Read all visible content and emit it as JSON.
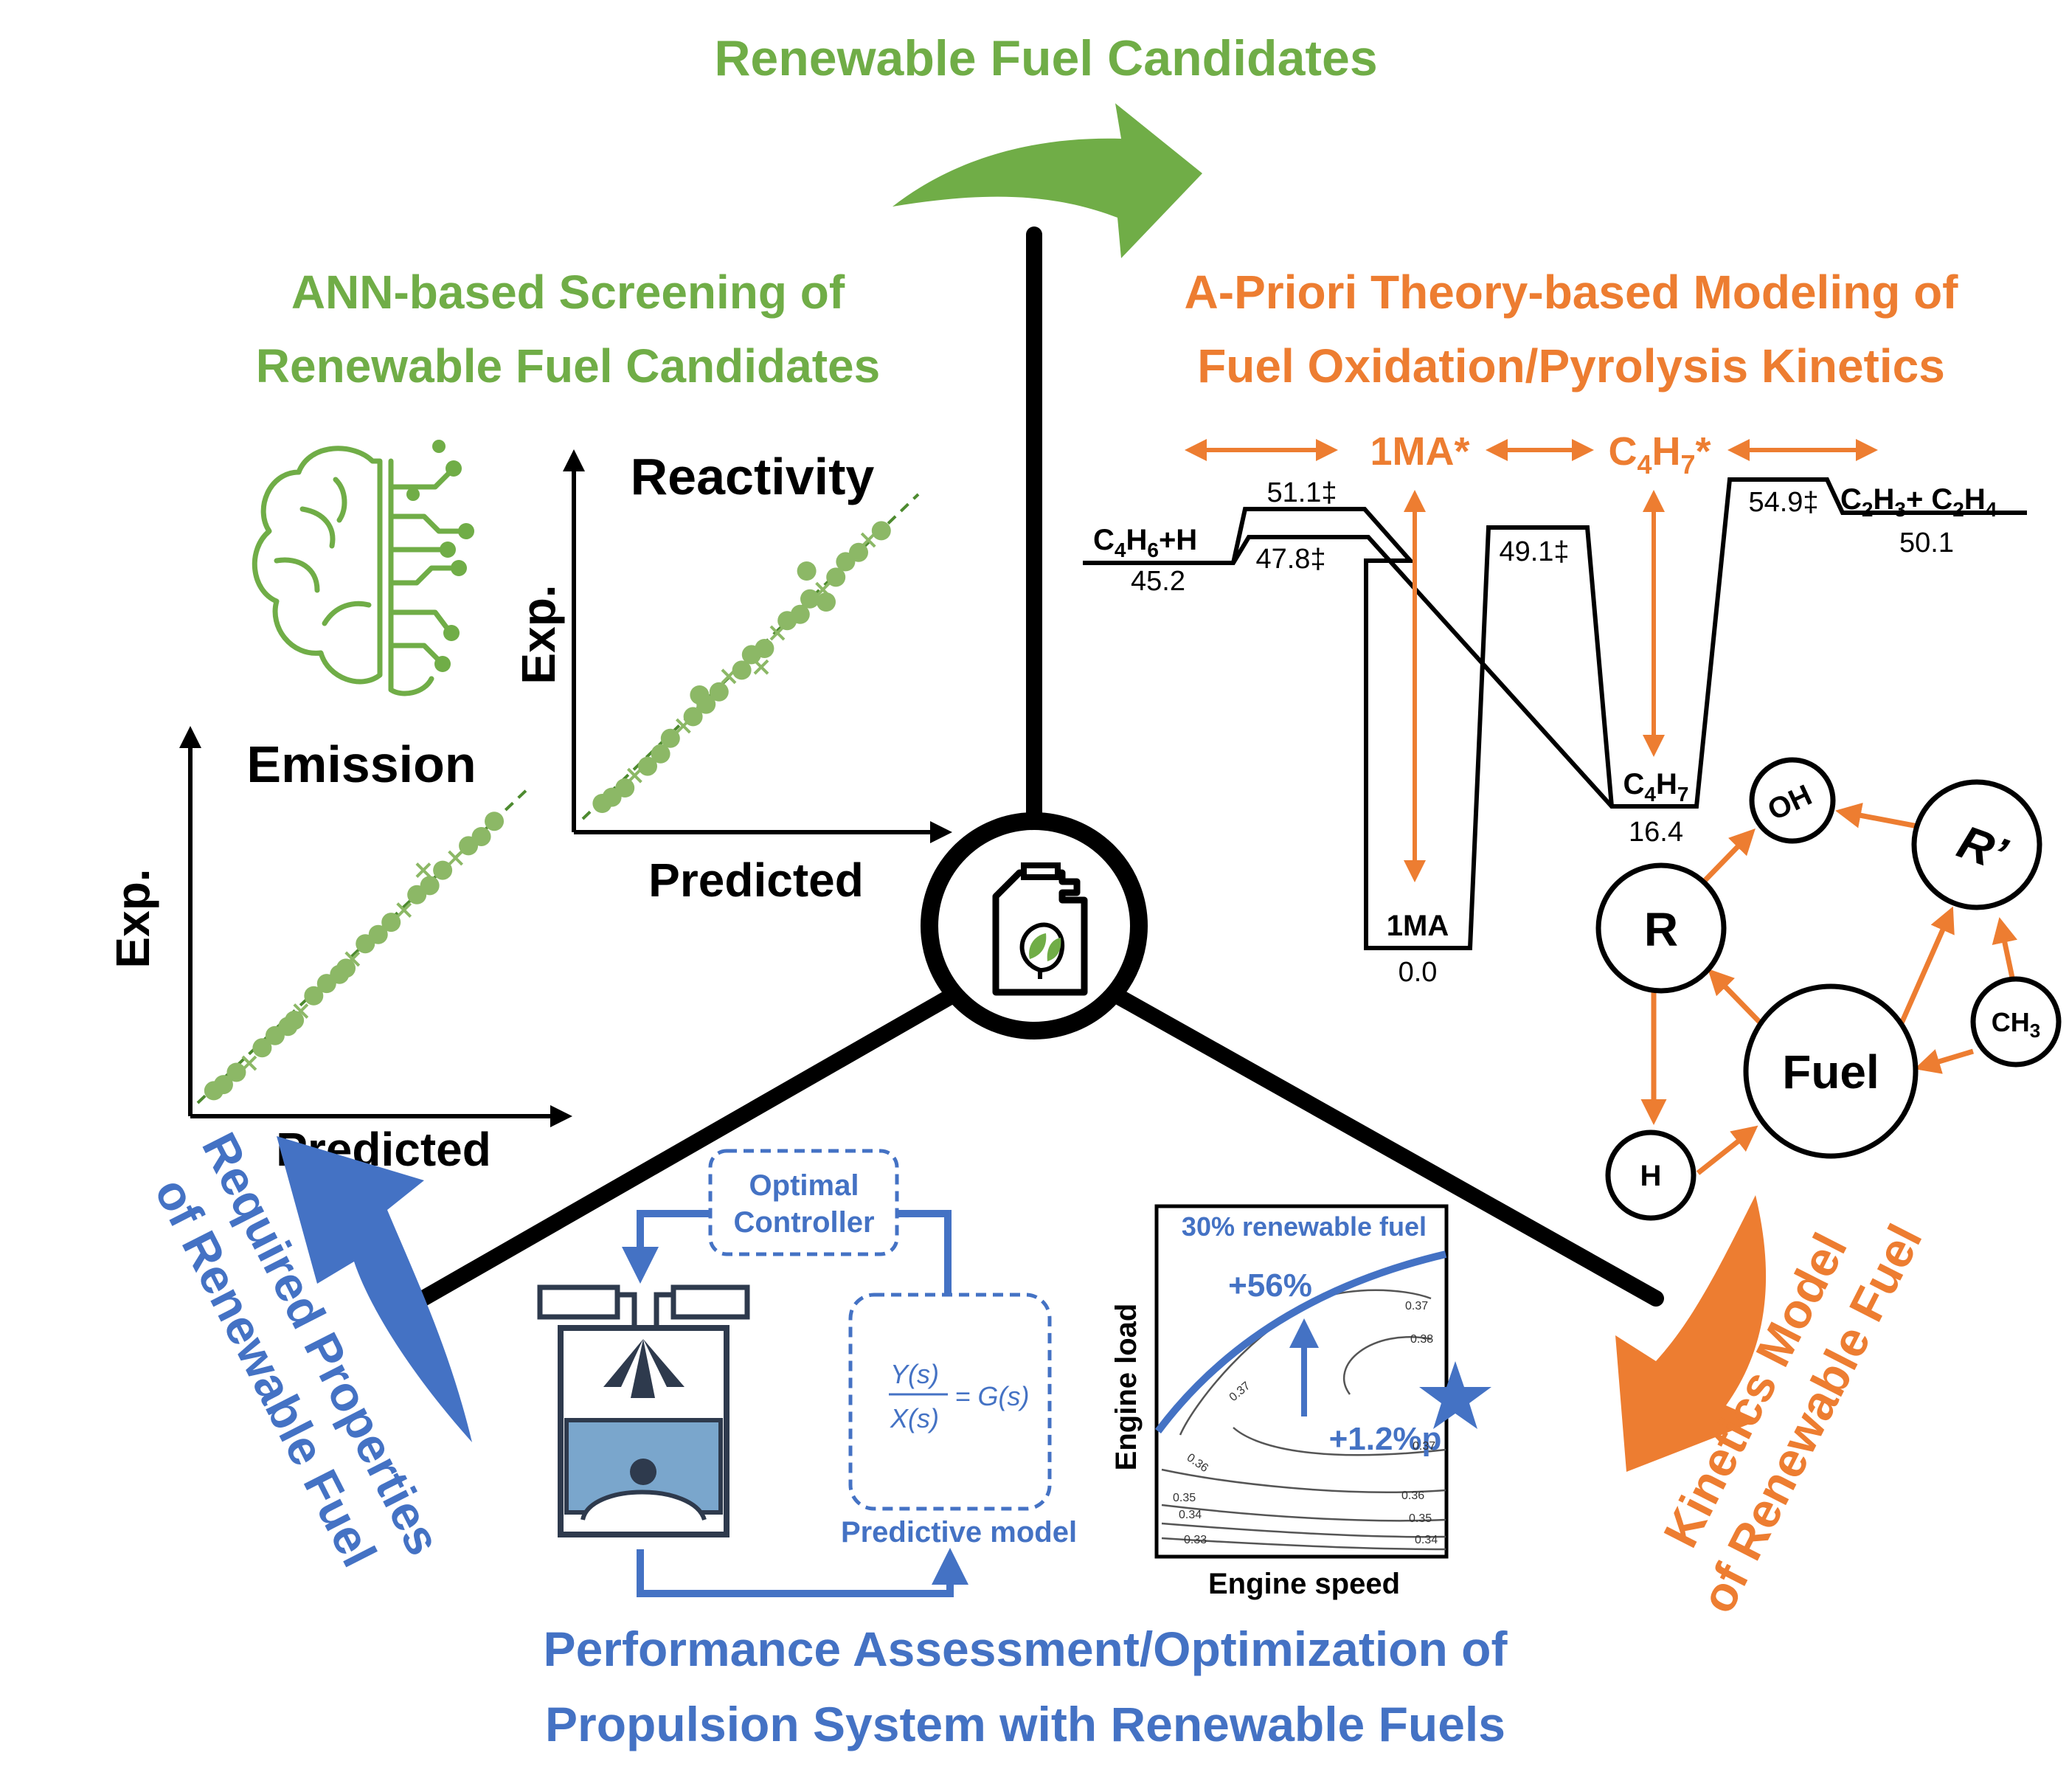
{
  "colors": {
    "green": "#70ad47",
    "orange": "#ed7d31",
    "blue": "#4472c4",
    "black": "#000000",
    "dot_green": "#8cb866",
    "engine_fill": "#7aa6cc",
    "engine_dark": "#2e3a4d"
  },
  "top": {
    "arrow_label": "Renewable Fuel Candidates"
  },
  "ann": {
    "title_line1": "ANN-based Screening of",
    "title_line2": "Renewable Fuel Candidates",
    "icon": "brain-circuit-icon",
    "reactivity_plot": {
      "title": "Reactivity",
      "xlabel": "Predicted",
      "ylabel": "Exp."
    },
    "emission_plot": {
      "title": "Emission",
      "xlabel": "Predicted",
      "ylabel": "Exp."
    }
  },
  "kinetics": {
    "title_line1": "A-Priori Theory-based Modeling of",
    "title_line2": "Fuel Oxidation/Pyrolysis Kinetics",
    "group_1ma": "1MA*",
    "group_c4h7": "C4H7*",
    "species": {
      "reactant": "C4H6+H",
      "reactant_energy": "45.2",
      "ts1_upper": "51.1‡",
      "ts1_lower": "47.8‡",
      "well_1ma": "1MA",
      "well_1ma_energy": "0.0",
      "ts_49": "49.1‡",
      "well_c4h7": "C4H7",
      "well_c4h7_energy": "16.4",
      "ts_54": "54.9‡",
      "product": "C2H3+ C2H4",
      "product_energy": "50.1"
    },
    "network": {
      "nodes": [
        "OH",
        "R’",
        "R",
        "CH3",
        "Fuel",
        "H"
      ]
    },
    "arrow_label_line1": "Kinetics Model",
    "arrow_label_line2": "of Renewable Fuel"
  },
  "propulsion": {
    "title_line1": "Performance Assessment/Optimization of",
    "title_line2": "Propulsion System with Renewable Fuels",
    "controller_line1": "Optimal",
    "controller_line2": "Controller",
    "equation": "Y(s)/X(s) = G(s)",
    "predictive_model": "Predictive model",
    "map": {
      "title": "30% renewable fuel",
      "xlabel": "Engine speed",
      "ylabel": "Engine load",
      "gain_load": "+56%",
      "gain_eff": "+1.2%p",
      "contours": [
        "0.37",
        "0.38",
        "0.37",
        "0.36",
        "0.37",
        "0.35",
        "0.36",
        "0.34",
        "0.35",
        "0.33",
        "0.34"
      ]
    },
    "arrow_label_line1": "Required Properties",
    "arrow_label_line2": "of Renewable Fuel"
  },
  "center": {
    "icon": "fuel-can-leaf-icon"
  },
  "chart_data": [
    {
      "type": "scatter",
      "title": "Reactivity",
      "xlabel": "Predicted",
      "ylabel": "Exp.",
      "series": [
        {
          "values_xy": [
            [
              0.06,
              0.05
            ],
            [
              0.09,
              0.07
            ],
            [
              0.13,
              0.1
            ],
            [
              0.16,
              0.14
            ],
            [
              0.2,
              0.17
            ],
            [
              0.24,
              0.21
            ],
            [
              0.27,
              0.26
            ],
            [
              0.31,
              0.3
            ],
            [
              0.34,
              0.33
            ],
            [
              0.38,
              0.37
            ],
            [
              0.42,
              0.41
            ],
            [
              0.45,
              0.46
            ],
            [
              0.49,
              0.48
            ],
            [
              0.52,
              0.53
            ],
            [
              0.56,
              0.55
            ],
            [
              0.6,
              0.6
            ],
            [
              0.63,
              0.64
            ],
            [
              0.67,
              0.66
            ],
            [
              0.7,
              0.71
            ],
            [
              0.74,
              0.74
            ],
            [
              0.78,
              0.78
            ],
            [
              0.81,
              0.83
            ],
            [
              0.85,
              0.86
            ],
            [
              0.88,
              0.9
            ],
            [
              0.92,
              0.93
            ],
            [
              0.69,
              0.8
            ],
            [
              0.75,
              0.7
            ],
            [
              0.55,
              0.49
            ],
            [
              0.36,
              0.4
            ]
          ]
        }
      ]
    },
    {
      "type": "scatter",
      "title": "Emission",
      "xlabel": "Predicted",
      "ylabel": "Exp.",
      "series": [
        {
          "values_xy": [
            [
              0.05,
              0.04
            ],
            [
              0.08,
              0.06
            ],
            [
              0.12,
              0.1
            ],
            [
              0.16,
              0.13
            ],
            [
              0.2,
              0.18
            ],
            [
              0.24,
              0.22
            ],
            [
              0.28,
              0.25
            ],
            [
              0.32,
              0.3
            ],
            [
              0.36,
              0.35
            ],
            [
              0.4,
              0.39
            ],
            [
              0.44,
              0.42
            ],
            [
              0.48,
              0.47
            ],
            [
              0.52,
              0.52
            ],
            [
              0.56,
              0.55
            ],
            [
              0.6,
              0.59
            ],
            [
              0.64,
              0.63
            ],
            [
              0.68,
              0.68
            ],
            [
              0.72,
              0.71
            ],
            [
              0.76,
              0.76
            ],
            [
              0.8,
              0.8
            ],
            [
              0.84,
              0.84
            ],
            [
              0.88,
              0.87
            ],
            [
              0.92,
              0.92
            ],
            [
              0.7,
              0.76
            ],
            [
              0.46,
              0.44
            ],
            [
              0.3,
              0.27
            ]
          ]
        }
      ]
    }
  ]
}
